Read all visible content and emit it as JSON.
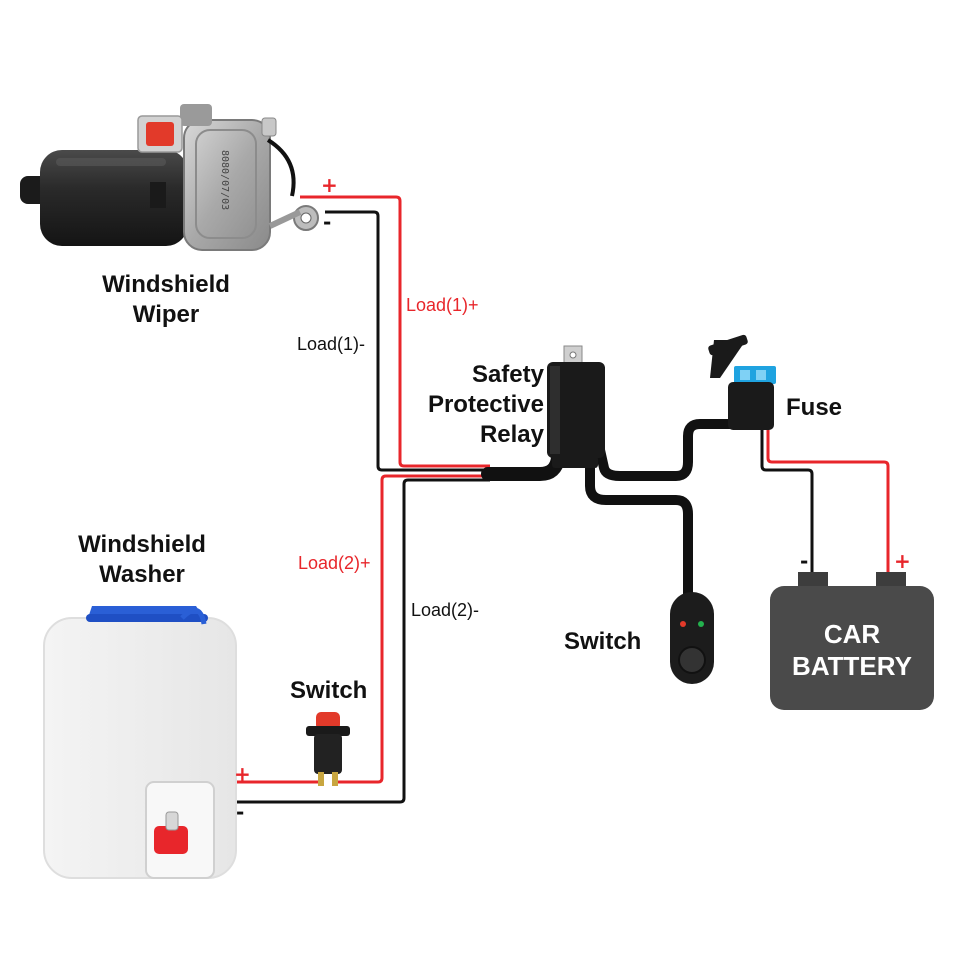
{
  "components": {
    "wiper": {
      "label_line1": "Windshield",
      "label_line2": "Wiper",
      "motor_stamp": "8080/07/03"
    },
    "washer": {
      "label_line1": "Windshield",
      "label_line2": "Washer"
    },
    "relay": {
      "label_line1": "Safety",
      "label_line2": "Protective",
      "label_line3": "Relay"
    },
    "fuse": {
      "label": "Fuse"
    },
    "battery": {
      "label_line1": "CAR",
      "label_line2": "BATTERY",
      "neg_symbol": "-",
      "pos_symbol": "+"
    },
    "push_switch": {
      "label": "Switch"
    },
    "dash_switch": {
      "label": "Switch"
    }
  },
  "wires": {
    "load1_pos": {
      "label": "Load(1)+",
      "color": "#e8262b"
    },
    "load1_neg": {
      "label": "Load(1)-",
      "color": "#111111"
    },
    "load2_pos": {
      "label": "Load(2)+",
      "color": "#e8262b"
    },
    "load2_neg": {
      "label": "Load(2)-",
      "color": "#111111"
    }
  },
  "polarity": {
    "wiper_pos": "+",
    "wiper_neg": "-",
    "washer_pos": "+",
    "washer_neg": "-"
  },
  "colors": {
    "positive_wire": "#e8262b",
    "negative_wire": "#111111",
    "battery_body": "#4a4a4a",
    "fuse_blade": "#1fa3e0"
  }
}
